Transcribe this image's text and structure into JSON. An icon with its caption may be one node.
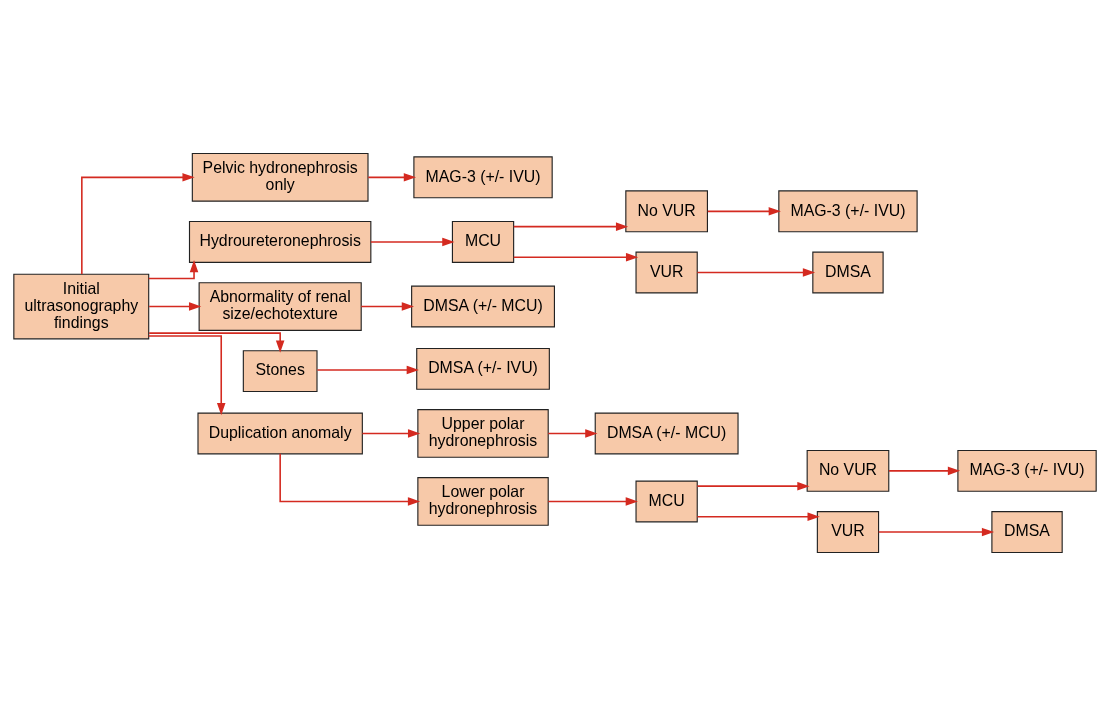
{
  "diagram": {
    "nodes": [
      {
        "text": [
          "Initial ultrasonography findings"
        ]
      },
      {
        "text": [
          "Pelvic hydronephrosis only"
        ]
      },
      {
        "text": [
          "Hydroureteronephrosis"
        ]
      },
      {
        "text": [
          "Abnormality of renal size/echotexture"
        ]
      },
      {
        "text": [
          "Stones"
        ]
      },
      {
        "text": [
          "Duplication anomaly"
        ]
      },
      {
        "text": [
          "MAG-3 (+/- IVU)"
        ]
      },
      {
        "text": [
          "MCU"
        ]
      },
      {
        "text": [
          "No VUR"
        ]
      },
      {
        "text": [
          "VUR"
        ]
      },
      {
        "text": [
          "MAG-3 (+/- IVU)"
        ]
      },
      {
        "text": [
          "DMSA"
        ]
      },
      {
        "text": [
          "DMSA (+/- MCU)"
        ]
      },
      {
        "text": [
          "DMSA (+/- IVU)"
        ]
      },
      {
        "text": [
          "Upper polar hydronephrosis"
        ]
      },
      {
        "text": [
          "Lower polar hydronephrosis"
        ]
      },
      {
        "text": [
          "DMSA (+/- MCU)"
        ]
      },
      {
        "text": [
          "MCU"
        ]
      },
      {
        "text": [
          "No VUR"
        ]
      },
      {
        "text": [
          "VUR"
        ]
      },
      {
        "text": [
          "MAG-3 (+/- IVU)"
        ]
      },
      {
        "text": [
          "DMSA"
        ]
      }
    ],
    "edges": [
      {
        "from": 0,
        "to": 1,
        "arrow": "to",
        "color": "#d42a20"
      },
      {
        "from": 0,
        "to": 2,
        "arrow": "to",
        "color": "#d42a20"
      },
      {
        "from": 0,
        "to": 3,
        "arrow": "to",
        "color": "#d42a20"
      },
      {
        "from": 0,
        "to": 4,
        "arrow": "to",
        "color": "#d42a20"
      },
      {
        "from": 0,
        "to": 5,
        "arrow": "to",
        "color": "#d42a20"
      },
      {
        "from": 1,
        "to": 6,
        "arrow": "to",
        "color": "#d42a20"
      },
      {
        "from": 2,
        "to": 7,
        "arrow": "to",
        "color": "#d42a20"
      },
      {
        "from": 7,
        "to": 8,
        "arrow": "to",
        "color": "#d42a20"
      },
      {
        "from": 7,
        "to": 9,
        "arrow": "to",
        "color": "#d42a20"
      },
      {
        "from": 8,
        "to": 10,
        "arrow": "to",
        "color": "#d42a20"
      },
      {
        "from": 9,
        "to": 11,
        "arrow": "to",
        "color": "#d42a20"
      },
      {
        "from": 3,
        "to": 12,
        "arrow": "to",
        "color": "#d42a20"
      },
      {
        "from": 4,
        "to": 13,
        "arrow": "to",
        "color": "#d42a20"
      },
      {
        "from": 5,
        "to": 14,
        "arrow": "to",
        "color": "#d42a20"
      },
      {
        "from": 5,
        "to": 15,
        "arrow": "to",
        "color": "#d42a20"
      },
      {
        "from": 14,
        "to": 16,
        "arrow": "to",
        "color": "#d42a20"
      },
      {
        "from": 15,
        "to": 17,
        "arrow": "to",
        "color": "#d42a20"
      },
      {
        "from": 17,
        "to": 18,
        "arrow": "to",
        "color": "#d42a20"
      },
      {
        "from": 17,
        "to": 19,
        "arrow": "to",
        "color": "#d42a20"
      },
      {
        "from": 18,
        "to": 20,
        "arrow": "to",
        "color": "#d42a20"
      },
      {
        "from": 19,
        "to": 21,
        "arrow": "to",
        "color": "#d42a20"
      }
    ]
  }
}
